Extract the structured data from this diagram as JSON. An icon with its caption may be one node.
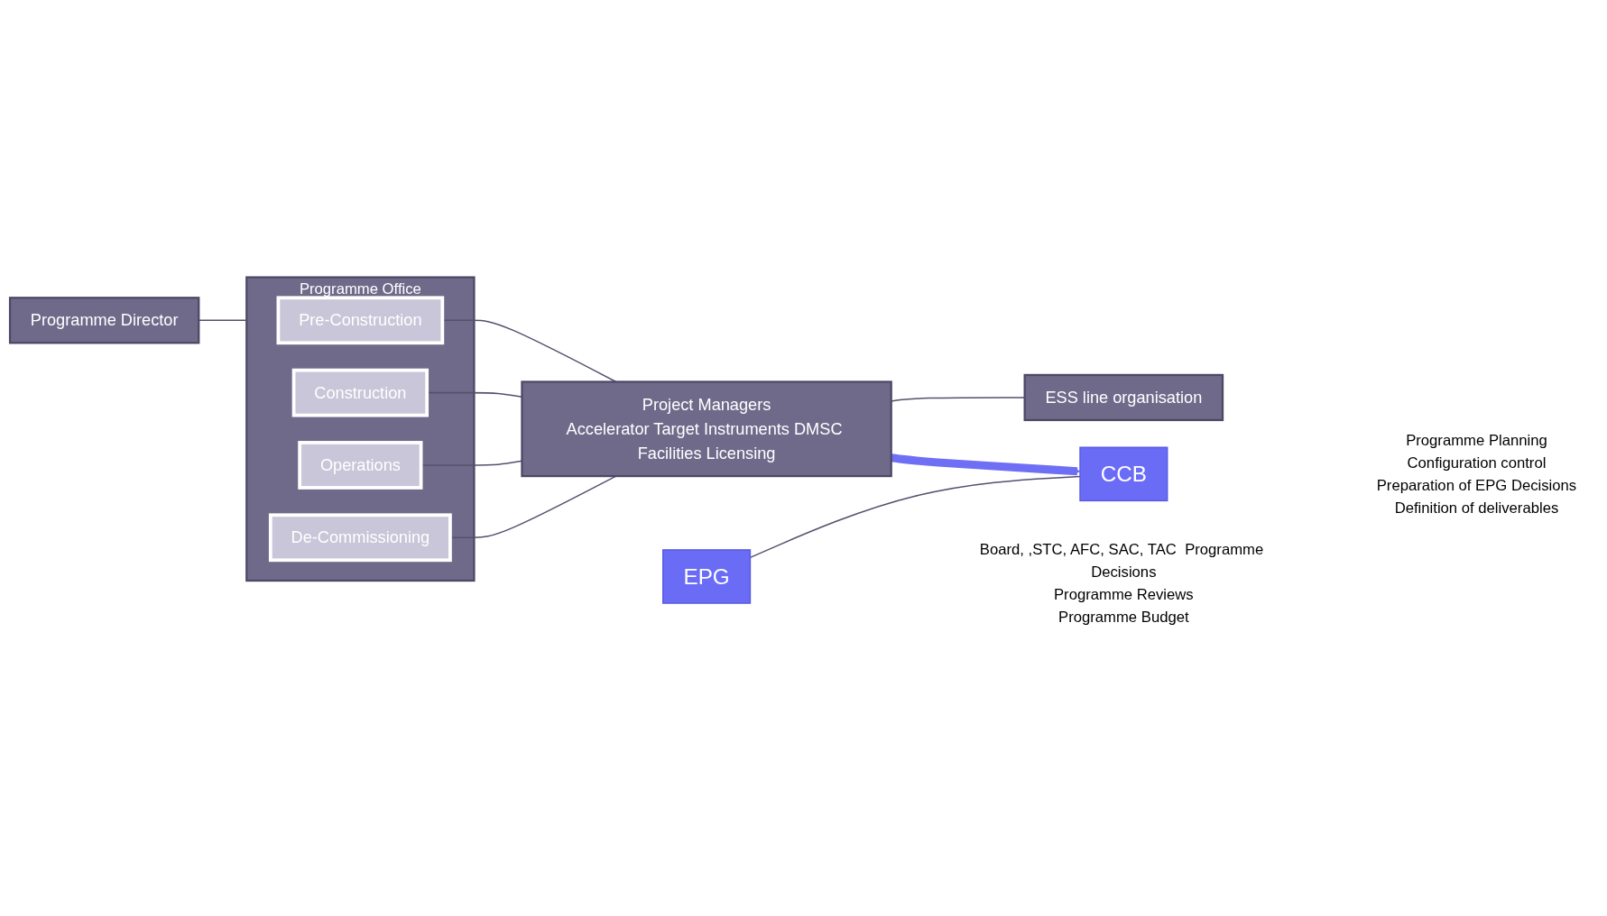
{
  "diagram": {
    "nodes": [
      {
        "text": [
          "Programme Director"
        ]
      },
      {
        "text": [
          "Programme Office"
        ]
      },
      {
        "text": [
          "Pre-Construction"
        ],
        "in": 1
      },
      {
        "text": [
          "Construction"
        ],
        "in": 1
      },
      {
        "text": [
          "Operations"
        ],
        "in": 1
      },
      {
        "text": [
          "De-Commissioning"
        ],
        "in": 1
      },
      {
        "text": [
          "Project Managers",
          "Accelerator Target Instruments DMSC Facilities Licensing"
        ]
      },
      {
        "text": [
          "ESS line organisation"
        ]
      },
      {
        "text": [
          "EPG"
        ],
        "beside": [
          "Board, ,STC, AFC, SAC, TAC  Programme Decisions",
          "Programme Reviews",
          "Programme Budget"
        ]
      },
      {
        "text": [
          "CCB"
        ],
        "beside": [
          "Programme Planning",
          "Configuration control",
          "Preparation of EPG Decisions",
          "Definition of deliverables"
        ]
      }
    ],
    "edges": [
      {
        "from": 0,
        "to": 1,
        "arrow": "none"
      },
      {
        "from": 2,
        "to": 6,
        "arrow": "none"
      },
      {
        "from": 3,
        "to": 6,
        "arrow": "none"
      },
      {
        "from": 4,
        "to": 6,
        "arrow": "none"
      },
      {
        "from": 5,
        "to": 6,
        "arrow": "none"
      },
      {
        "from": 6,
        "to": 7,
        "arrow": "none"
      },
      {
        "from": 8,
        "to": 9,
        "arrow": "none"
      },
      {
        "from": 6,
        "to": 9,
        "arrow": "to",
        "style": "thick",
        "color": "#6f6ff5"
      }
    ]
  }
}
